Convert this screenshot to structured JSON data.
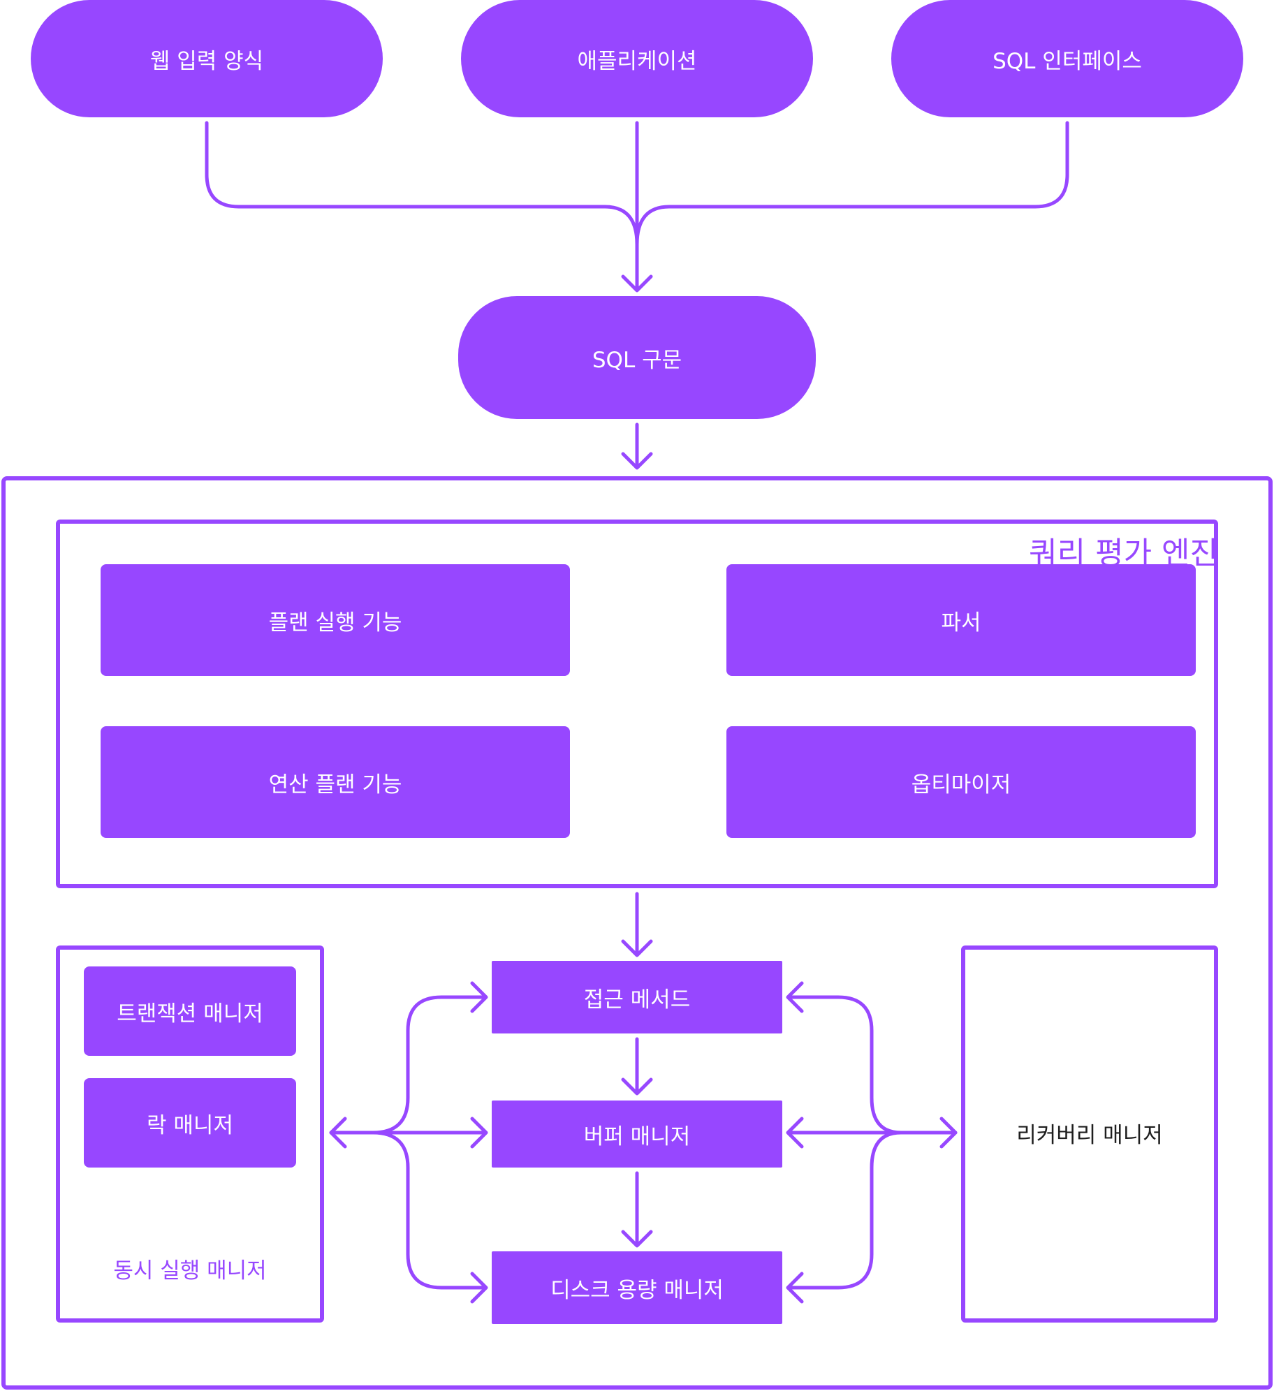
{
  "colors": {
    "accent": "#9747FF",
    "background": "#FFFFFF",
    "node_text": "#FFFFFF",
    "dark_text": "#1E1E1E"
  },
  "inputs": {
    "web_form": "웹 입력 양식",
    "application": "애플리케이션",
    "sql_interface": "SQL 인터페이스"
  },
  "sql_statement": "SQL 구문",
  "query_engine": {
    "title": "쿼리 평가 엔진",
    "plan_executor": "플랜 실행 기능",
    "parser": "파서",
    "operator_evaluator": "연산 플랜 기능",
    "optimizer": "옵티마이저"
  },
  "concurrency": {
    "title": "동시 실행 매니저",
    "transaction_manager": "트랜잭션 매니저",
    "lock_manager": "락 매니저"
  },
  "storage": {
    "access_methods": "접근 메서드",
    "buffer_manager": "버퍼 매니저",
    "disk_space_manager": "디스크 용량 매니저"
  },
  "recovery_manager": "리커버리 매니저"
}
